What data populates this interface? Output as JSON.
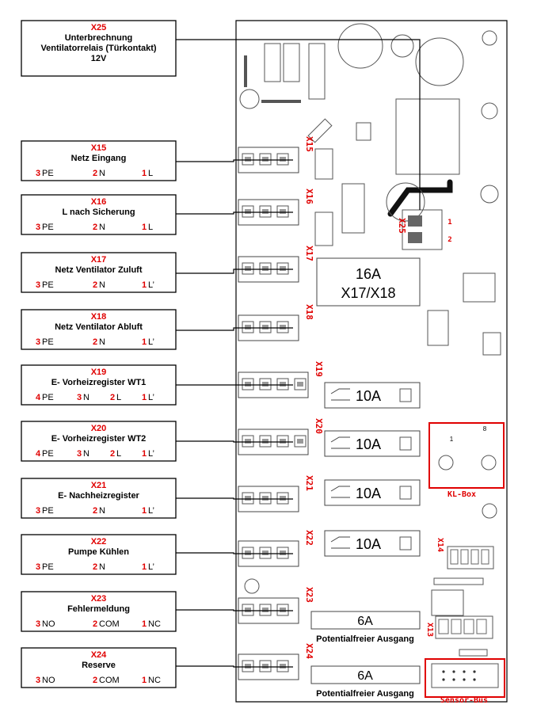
{
  "connectors": [
    {
      "id": "X25",
      "title_lines": [
        "Unterbrechnung",
        "Ventilatorrelais (Türkontakt)",
        "12V"
      ],
      "pins": []
    },
    {
      "id": "X15",
      "title_lines": [
        "Netz Eingang"
      ],
      "pins": [
        {
          "num": "3",
          "label": "PE"
        },
        {
          "num": "2",
          "label": "N"
        },
        {
          "num": "1",
          "label": "L"
        }
      ]
    },
    {
      "id": "X16",
      "title_lines": [
        "L nach Sicherung"
      ],
      "pins": [
        {
          "num": "3",
          "label": "PE"
        },
        {
          "num": "2",
          "label": "N"
        },
        {
          "num": "1",
          "label": "L"
        }
      ]
    },
    {
      "id": "X17",
      "title_lines": [
        "Netz Ventilator Zuluft"
      ],
      "pins": [
        {
          "num": "3",
          "label": "PE"
        },
        {
          "num": "2",
          "label": "N"
        },
        {
          "num": "1",
          "label": "L’"
        }
      ]
    },
    {
      "id": "X18",
      "title_lines": [
        "Netz Ventilator Abluft"
      ],
      "pins": [
        {
          "num": "3",
          "label": "PE"
        },
        {
          "num": "2",
          "label": "N"
        },
        {
          "num": "1",
          "label": "L’"
        }
      ]
    },
    {
      "id": "X19",
      "title_lines": [
        "E- Vorheizregister WT1"
      ],
      "pins": [
        {
          "num": "4",
          "label": "PE"
        },
        {
          "num": "3",
          "label": "N"
        },
        {
          "num": "2",
          "label": "L"
        },
        {
          "num": "1",
          "label": "L’"
        }
      ]
    },
    {
      "id": "X20",
      "title_lines": [
        "E- Vorheizregister WT2"
      ],
      "pins": [
        {
          "num": "4",
          "label": "PE"
        },
        {
          "num": "3",
          "label": "N"
        },
        {
          "num": "2",
          "label": "L"
        },
        {
          "num": "1",
          "label": "L’"
        }
      ]
    },
    {
      "id": "X21",
      "title_lines": [
        "E- Nachheizregister"
      ],
      "pins": [
        {
          "num": "3",
          "label": "PE"
        },
        {
          "num": "2",
          "label": "N"
        },
        {
          "num": "1",
          "label": "L’"
        }
      ]
    },
    {
      "id": "X22",
      "title_lines": [
        "Pumpe Kühlen"
      ],
      "pins": [
        {
          "num": "3",
          "label": "PE"
        },
        {
          "num": "2",
          "label": "N"
        },
        {
          "num": "1",
          "label": "L’"
        }
      ]
    },
    {
      "id": "X23",
      "title_lines": [
        "Fehlermeldung"
      ],
      "pins": [
        {
          "num": "3",
          "label": "NO"
        },
        {
          "num": "2",
          "label": "COM"
        },
        {
          "num": "1",
          "label": "NC"
        }
      ]
    },
    {
      "id": "X24",
      "title_lines": [
        "Reserve"
      ],
      "pins": [
        {
          "num": "3",
          "label": "NO"
        },
        {
          "num": "2",
          "label": "COM"
        },
        {
          "num": "1",
          "label": "NC"
        }
      ]
    }
  ],
  "board": {
    "fuse_main": {
      "line1": "16A",
      "line2": "X17/X18"
    },
    "relays": [
      "10A",
      "10A",
      "10A",
      "10A"
    ],
    "fuses_small": [
      {
        "value": "6A",
        "caption": "Potentialfreier Ausgang"
      },
      {
        "value": "6A",
        "caption": "Potentialfreier Ausgang"
      }
    ],
    "silk_labels": [
      "X15",
      "X16",
      "X17",
      "X18",
      "X19",
      "X20",
      "X21",
      "X22",
      "X23",
      "X24",
      "X25",
      "X14",
      "X13",
      "KL-Box",
      "Sensor-Bus"
    ],
    "kl_box_pins": [
      "1",
      "8"
    ],
    "accent_color": "#e00000"
  }
}
